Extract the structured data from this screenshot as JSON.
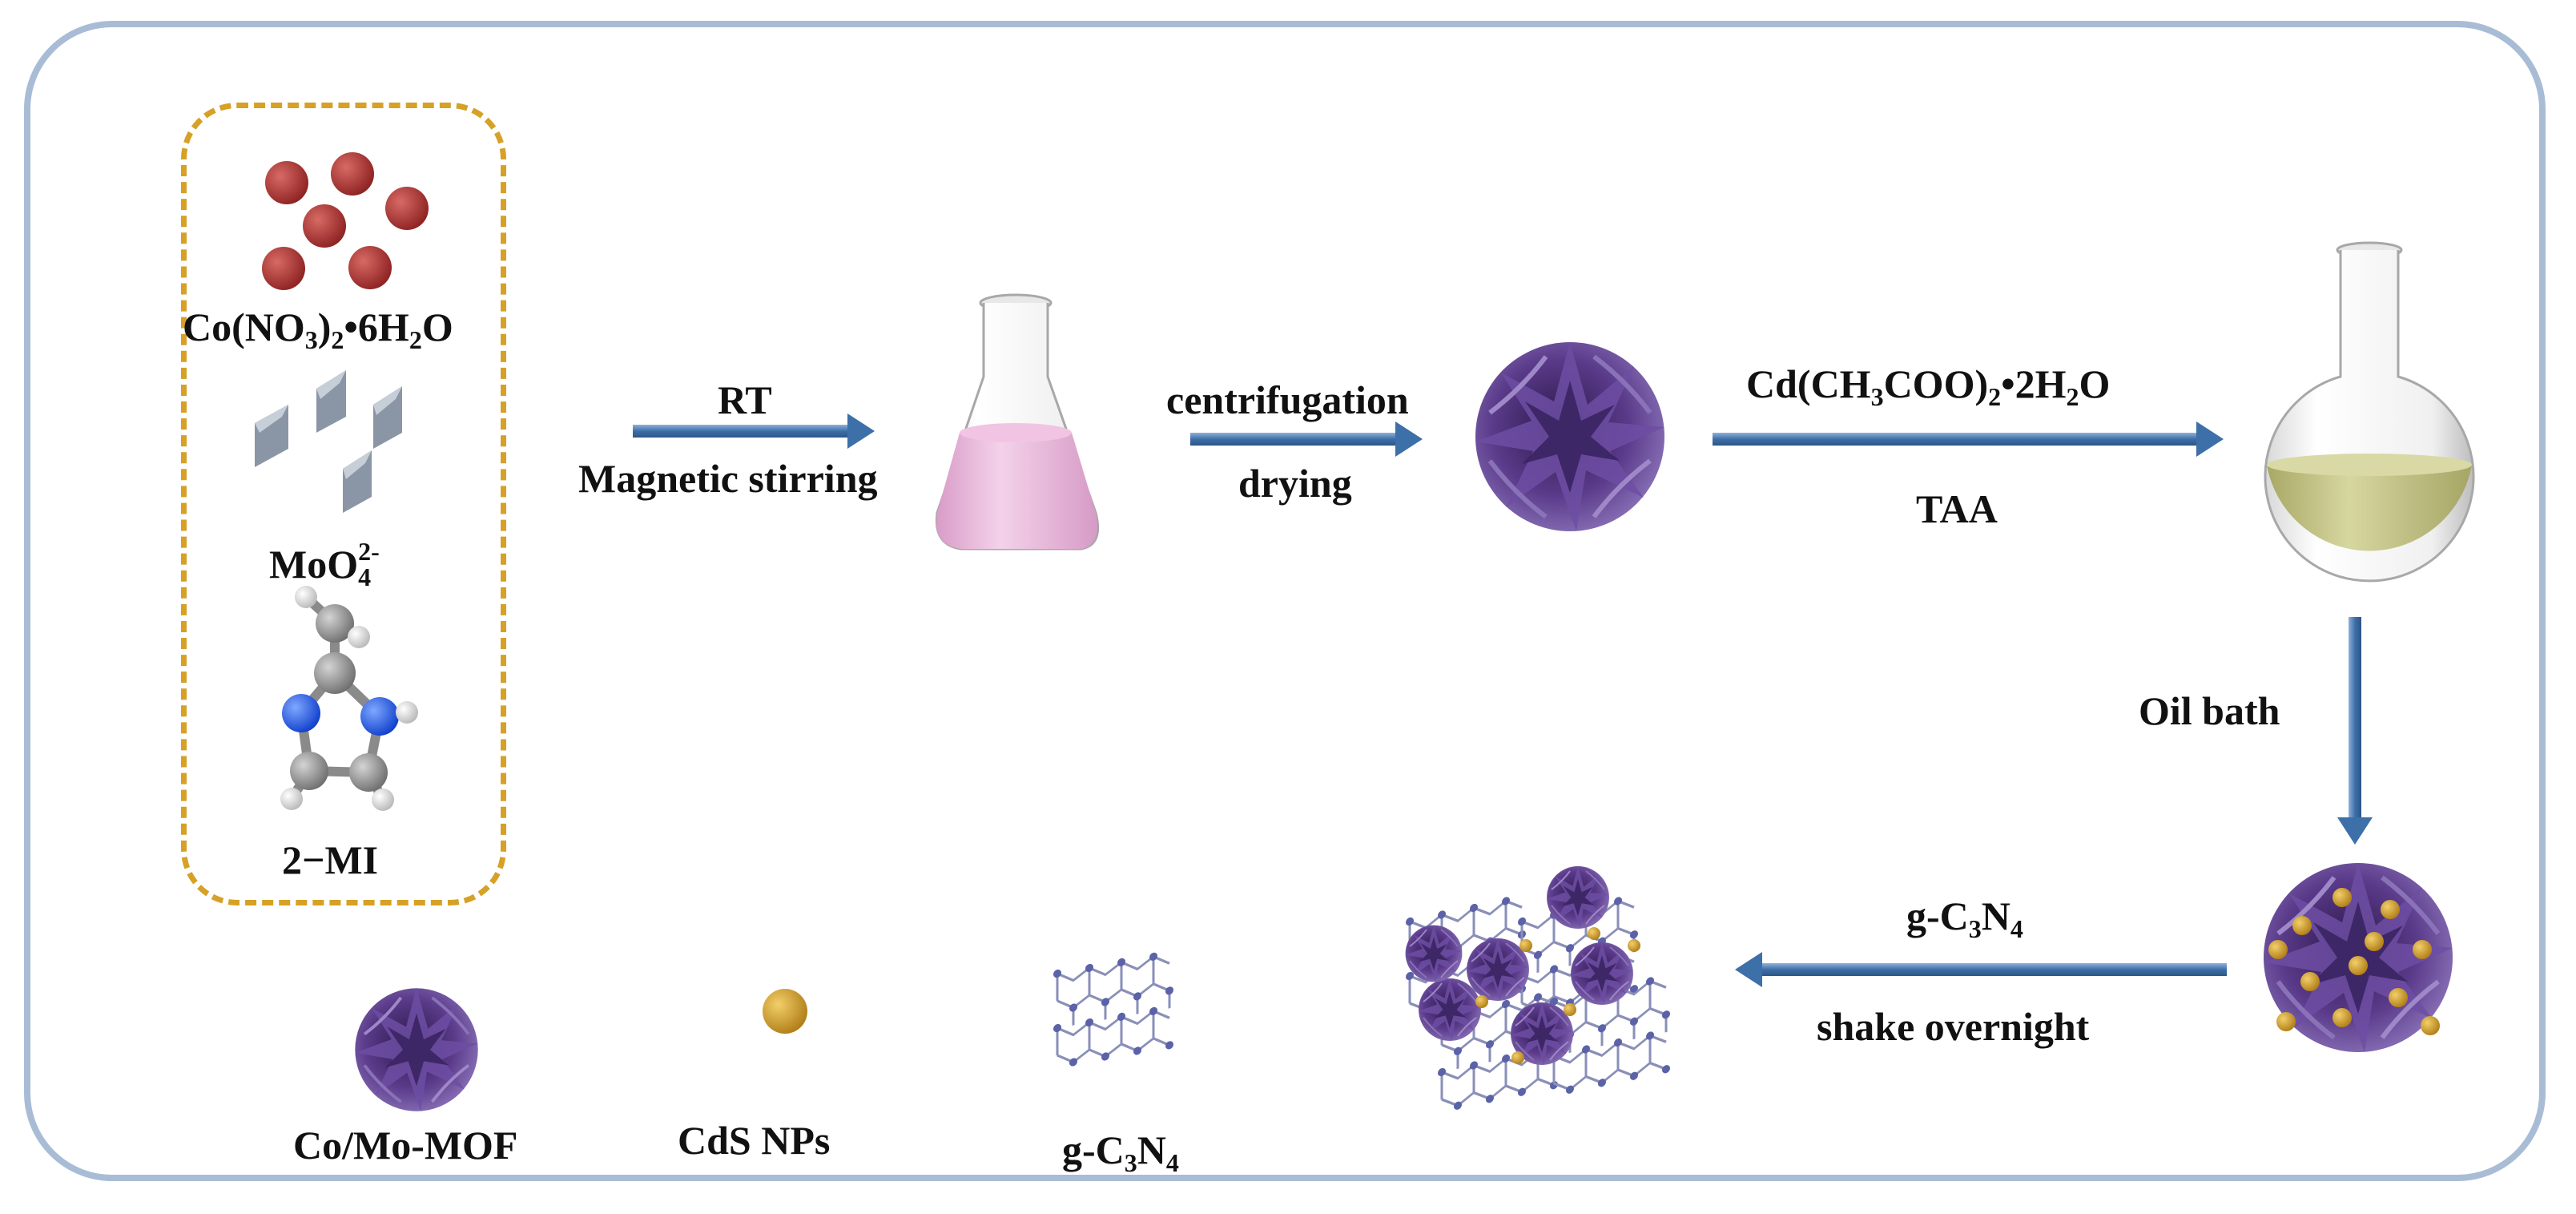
{
  "reagents": {
    "cobalt_salt": {
      "pre": "Co(NO",
      "s1": "3",
      "mid": ")",
      "s2": "2",
      "post": "•6H",
      "s3": "2",
      "end": "O"
    },
    "molybdate": {
      "pre": "MoO",
      "sub": "4",
      "sup": "2-"
    },
    "ligand": "2−MI"
  },
  "steps": {
    "stir_top": "RT",
    "stir_bottom": "Magnetic stirring",
    "centrifuge_top": "centrifugation",
    "centrifuge_bottom": "drying",
    "cd_salt": {
      "pre": "Cd(CH",
      "s1": "3",
      "mid": "COO)",
      "s2": "2",
      "post": "•2H",
      "s3": "2",
      "end": "O"
    },
    "taa": "TAA",
    "oil_bath": "Oil bath",
    "gcn_top": {
      "pre": "g-C",
      "s1": "3",
      "mid": "N",
      "s2": "4"
    },
    "shake": "shake overnight"
  },
  "legend": {
    "mof": "Co/Mo-MOF",
    "cds": "CdS NPs",
    "gcn": {
      "pre": "g-C",
      "s1": "3",
      "mid": "N",
      "s2": "4"
    }
  },
  "colors": {
    "frame": "#a9bcd6",
    "dashed_box": "#d6a126",
    "arrow": "#3d6fa8",
    "mof_purple": "#5c3a8c",
    "cds_gold": "#d09a2a",
    "cobalt_red": "#a8302e",
    "pink_solution": "#e6b3d6",
    "yellow_solution": "#c8c98a"
  }
}
